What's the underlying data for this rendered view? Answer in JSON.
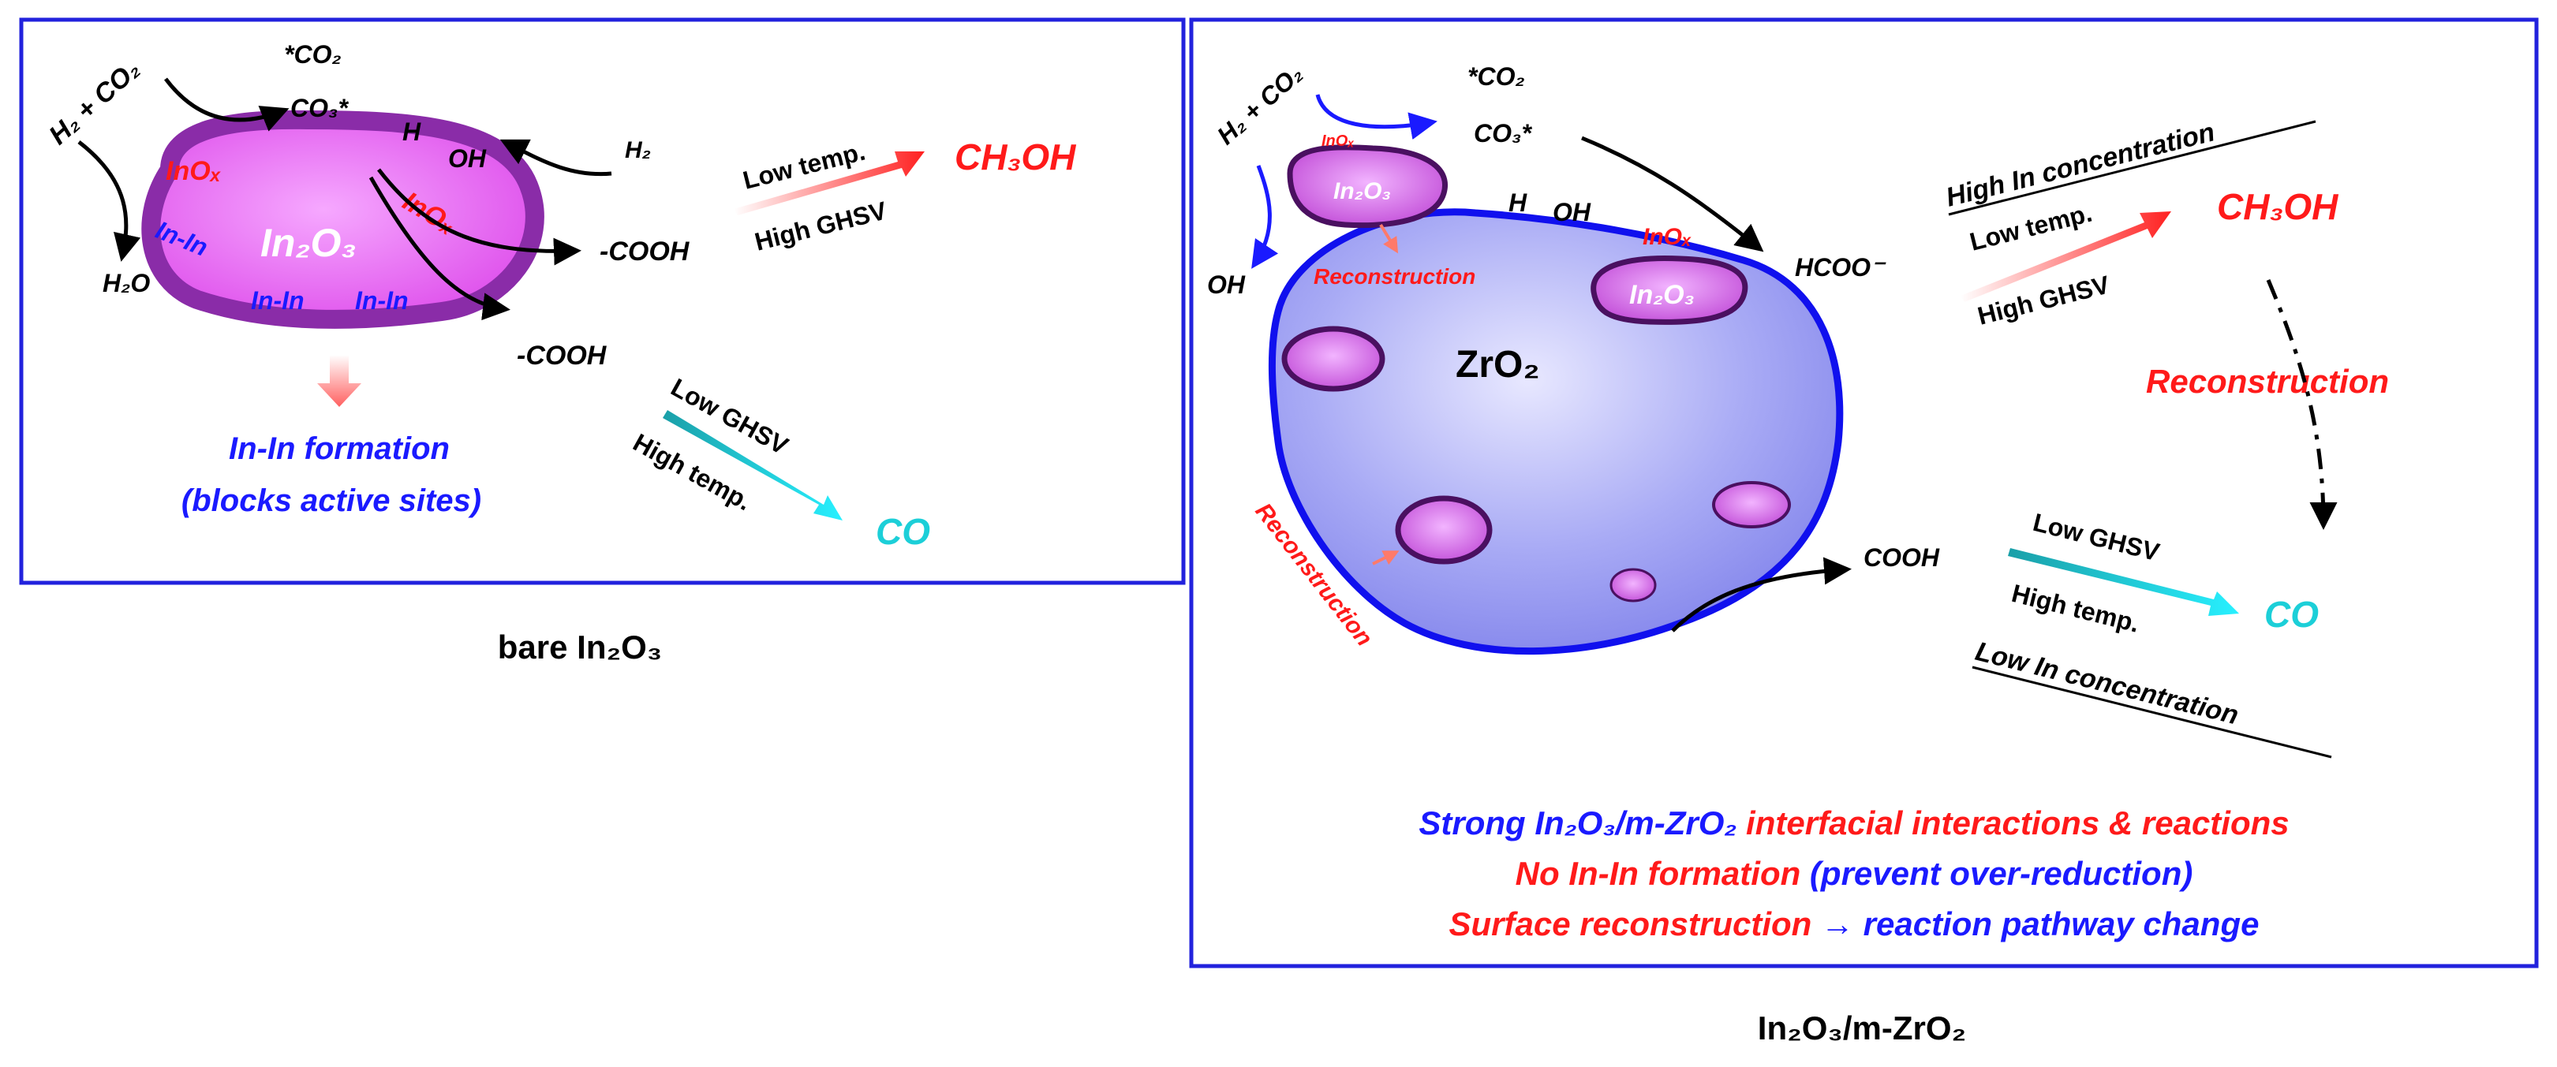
{
  "left_panel": {
    "caption": "bare In₂O₃",
    "reactants": "H₂ + CO₂",
    "co2_ads": "*CO₂",
    "co3": "CO₃*",
    "h": "H",
    "oh": "OH",
    "h2": "H₂",
    "h2o": "H₂O",
    "particle": "In₂O₃",
    "inox_a": "InOₓ",
    "inox_b": "InOₓ",
    "inin_a": "In-In",
    "inin_b": "In-In",
    "inin_c": "In-In",
    "cooh_a": "-COOH",
    "cooh_b": "-COOH",
    "cond1_a": "Low temp.",
    "cond1_b": "High GHSV",
    "product1": "CH₃OH",
    "cond2_a": "Low GHSV",
    "cond2_b": "High temp.",
    "product2": "CO",
    "note_1": "In-In formation",
    "note_2": "(blocks active sites)"
  },
  "right_panel": {
    "caption": "In₂O₃/m-ZrO₂",
    "reactants": "H₂ + CO₂",
    "co2_ads": "*CO₂",
    "co3": "CO₃*",
    "h": "H",
    "oh": "OH",
    "oh_left": "OH",
    "support": "ZrO₂",
    "in2o3": "In₂O₃",
    "inox": "InOₓ",
    "hcoo": "HCOO⁻",
    "cooh": "COOH",
    "reconstruction": "Reconstruction",
    "cond_high_in": "High In concentration",
    "cond1_a": "Low temp.",
    "cond1_b": "High GHSV",
    "product1": "CH₃OH",
    "cond2_a": "Low GHSV",
    "cond2_b": "High temp.",
    "product2": "CO",
    "cond_low_in": "Low In concentration",
    "summary_1a": "Strong In₂O₃/m-ZrO₂",
    "summary_1b": " interfacial interactions & reactions",
    "summary_2a": "No In-In formation",
    "summary_2b": " (prevent over-reduction)",
    "summary_3a": "Surface reconstruction",
    "summary_3b": " → reaction pathway change"
  },
  "colors": {
    "frame": "#2222dd",
    "red": "#ff1a1a",
    "blue": "#1a1aff",
    "cyan": "#1ccfd8",
    "particle_fill": "#e060ee",
    "particle_border": "#8a2ca8",
    "zro2_fill": "#9a9cf2",
    "zro2_border": "#1010ee"
  }
}
